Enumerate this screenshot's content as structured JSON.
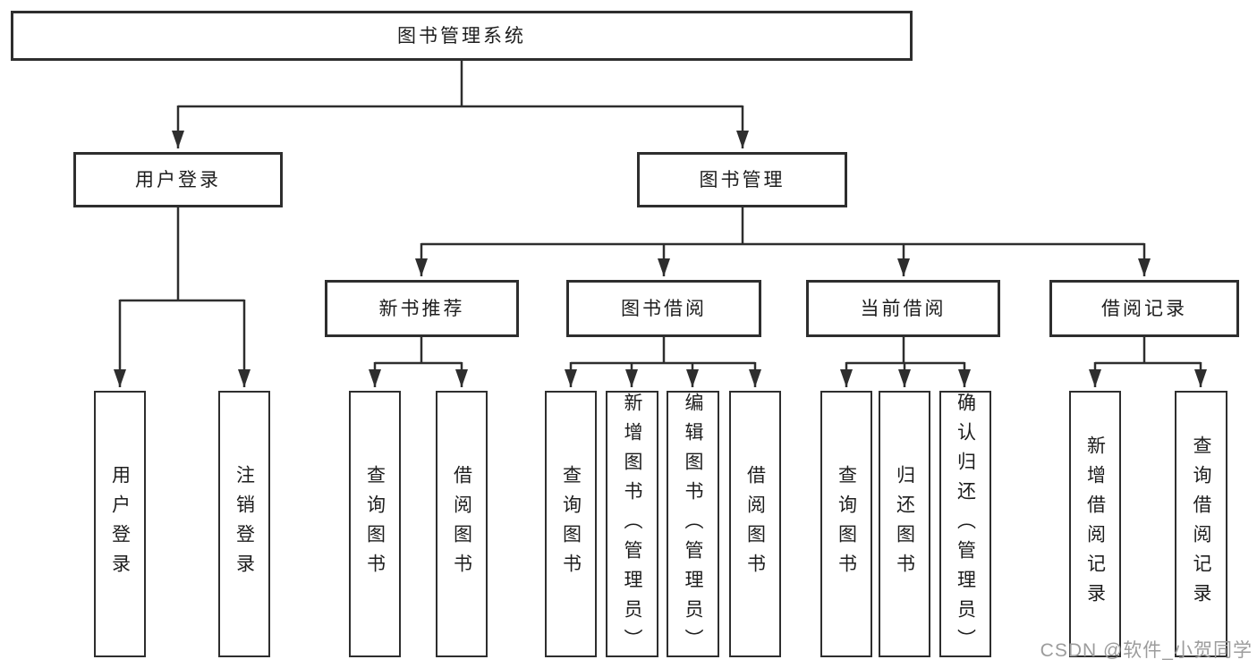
{
  "tree": {
    "root": "图书管理系统",
    "branches": [
      {
        "label": "用户登录",
        "children": [
          "用户登录",
          "注销登录"
        ]
      },
      {
        "label": "图书管理",
        "groups": [
          {
            "label": "新书推荐",
            "children": [
              "查询图书",
              "借阅图书"
            ]
          },
          {
            "label": "图书借阅",
            "children": [
              "查询图书",
              "新增图书（管理员）",
              "编辑图书（管理员）",
              "借阅图书"
            ]
          },
          {
            "label": "当前借阅",
            "children": [
              "查询图书",
              "归还图书",
              "确认归还（管理员）"
            ]
          },
          {
            "label": "借阅记录",
            "children": [
              "新增借阅记录",
              "查询借阅记录"
            ]
          }
        ]
      }
    ]
  },
  "watermark": {
    "text": "CSDN @软件_小贺同学"
  },
  "colors": {
    "line": "#2e2e2e",
    "box_border": "#2e2e2e",
    "text": "#1d1d1d",
    "watermark": "#9c9c9c",
    "background": "#ffffff"
  }
}
